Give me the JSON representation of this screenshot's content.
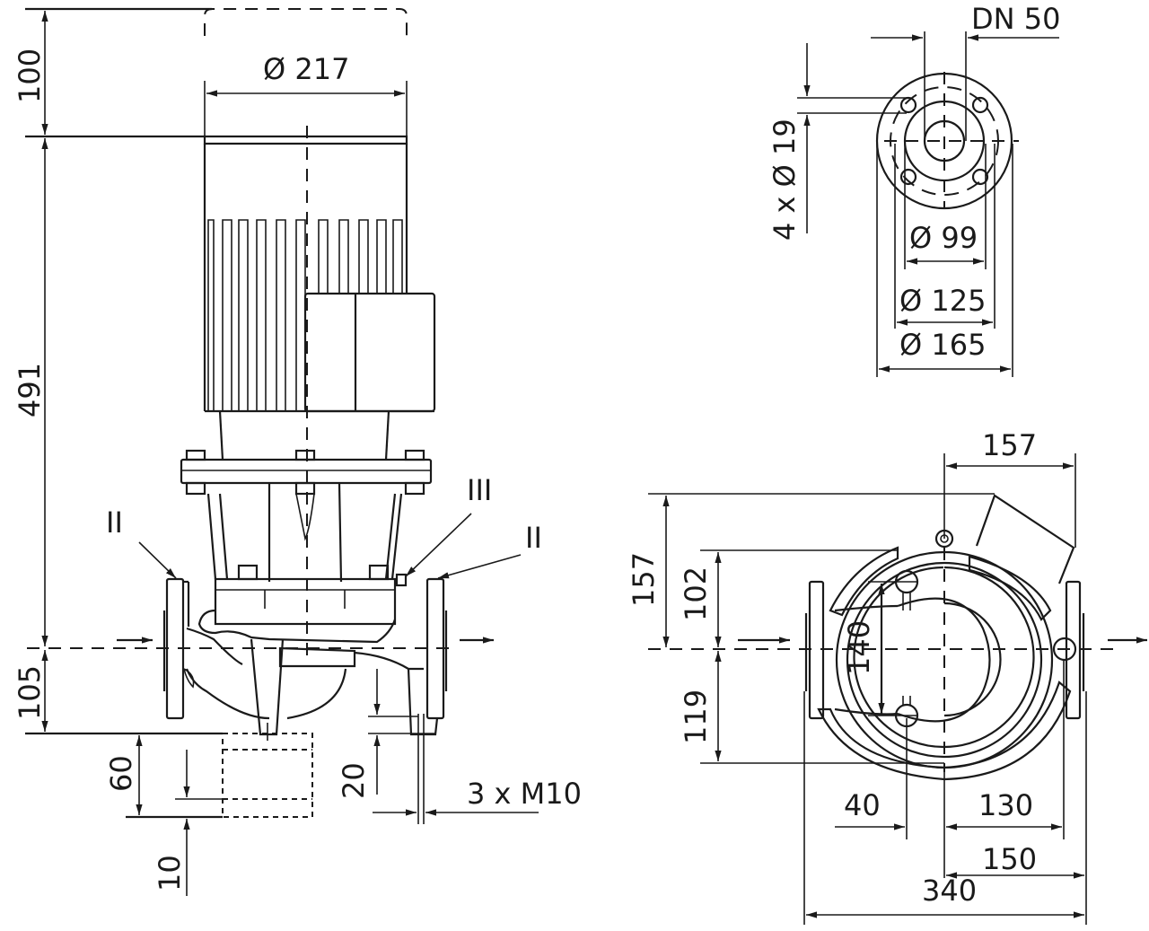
{
  "drawing": {
    "title": "Pump dimension drawing",
    "line_color": "#1a1a1a",
    "background": "#ffffff"
  },
  "side_view": {
    "dims": {
      "clearance_top": "100",
      "motor_diameter": "Ø 217",
      "height_total": "491",
      "axis_to_base": "105",
      "foot_height": "60",
      "foot_thickness": "10",
      "flange_foot": "20",
      "bolts": "3 x M10"
    },
    "markers": {
      "left": "II",
      "middle": "III",
      "right": "II"
    }
  },
  "flange_view": {
    "dims": {
      "nominal": "DN 50",
      "holes": "4 x Ø 19",
      "inner": "Ø 99",
      "bolt_circle": "Ø 125",
      "outer": "Ø 165"
    }
  },
  "top_view": {
    "dims": {
      "box_offset": "157",
      "height_upper": "157",
      "upper_102": "102",
      "lower_119": "119",
      "bolt_spacing": "140",
      "left_40": "40",
      "right_130": "130",
      "right_150": "150",
      "total_width": "340"
    }
  }
}
